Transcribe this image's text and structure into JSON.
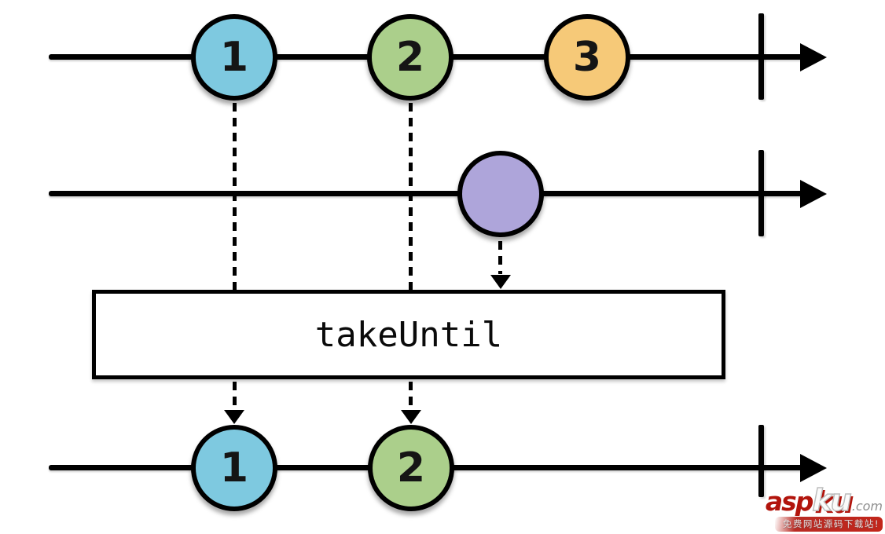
{
  "title": "takeUntil marble diagram",
  "operator": {
    "label": "takeUntil"
  },
  "colors": {
    "blue": "#7EC9E0",
    "green": "#ABCF8B",
    "orange": "#F6C978",
    "purple": "#AEA5DA",
    "line": "#000000",
    "box_background": "#FFFFFF",
    "watermark_red": "#B2140C",
    "watermark_gray": "#8F8F8F"
  },
  "source_stream": {
    "events": [
      {
        "label": "1",
        "color": "blue"
      },
      {
        "label": "2",
        "color": "green"
      },
      {
        "label": "3",
        "color": "orange"
      }
    ]
  },
  "notifier_stream": {
    "events": [
      {
        "label": "",
        "color": "purple"
      }
    ]
  },
  "output_stream": {
    "events": [
      {
        "label": "1",
        "color": "blue"
      },
      {
        "label": "2",
        "color": "green"
      }
    ]
  },
  "watermark": {
    "brand_prefix": "asp",
    "brand_mid": "ku",
    "brand_suffix": ".com",
    "tagline": "免费网站源码下载站!"
  },
  "icons": {
    "arrowhead-right": "css-triangle-right",
    "arrowhead-down": "css-triangle-down",
    "completion-bar": "vertical-bar",
    "dashed-connector": "dashed-vertical-line"
  }
}
